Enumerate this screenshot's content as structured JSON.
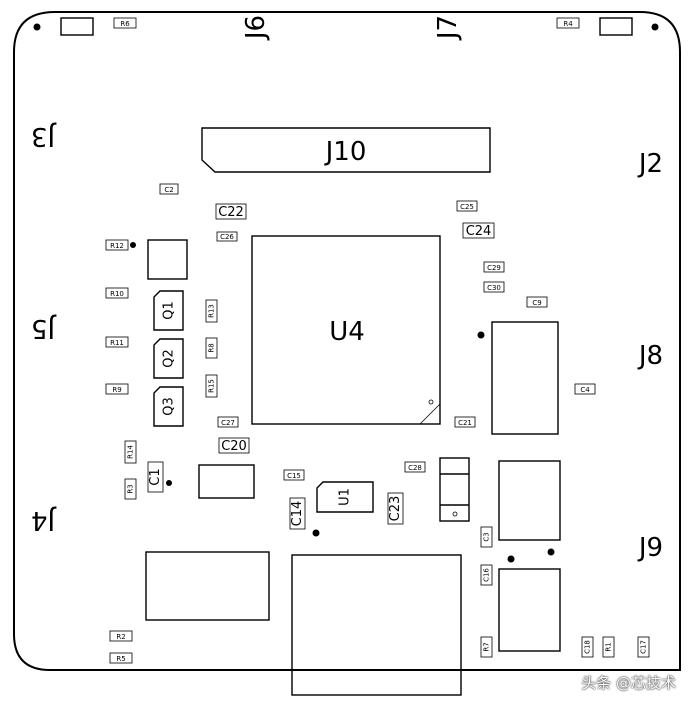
{
  "designators": {
    "j10": "J10",
    "u4": "U4",
    "j2": "J2",
    "j3": "J3",
    "j4": "J4",
    "j5": "J5",
    "j6": "J6",
    "j7": "J7",
    "j8": "J8",
    "j9": "J9",
    "q1": "Q1",
    "q2": "Q2",
    "q3": "Q3",
    "u1": "U1",
    "c1": "C1",
    "c2": "C2",
    "c3": "C3",
    "c4": "C4",
    "c9": "C9",
    "c14": "C14",
    "c15": "C15",
    "c16": "C16",
    "c17": "C17",
    "c18": "C18",
    "c20": "C20",
    "c21": "C21",
    "c22": "C22",
    "c23": "C23",
    "c24": "C24",
    "c25": "C25",
    "c26": "C26",
    "c27": "C27",
    "c28": "C28",
    "c29": "C29",
    "c30": "C30",
    "r1": "R1",
    "r2": "R2",
    "r3": "R3",
    "r4": "R4",
    "r5": "R5",
    "r6": "R6",
    "r7": "R7",
    "r8": "R8",
    "r9": "R9",
    "r10": "R10",
    "r11": "R11",
    "r12": "R12",
    "r13": "R13",
    "r14": "R14",
    "r15": "R15"
  },
  "watermark": "头条 @芯技术"
}
